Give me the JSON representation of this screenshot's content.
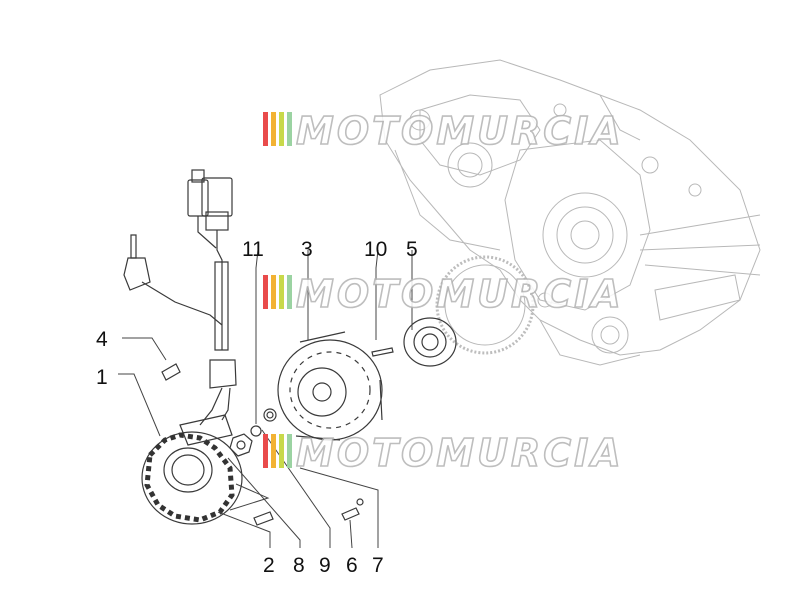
{
  "callouts": [
    {
      "id": "1",
      "label": "1"
    },
    {
      "id": "2",
      "label": "2"
    },
    {
      "id": "3",
      "label": "3"
    },
    {
      "id": "4",
      "label": "4"
    },
    {
      "id": "5",
      "label": "5"
    },
    {
      "id": "6",
      "label": "6"
    },
    {
      "id": "7",
      "label": "7"
    },
    {
      "id": "8",
      "label": "8"
    },
    {
      "id": "9",
      "label": "9"
    },
    {
      "id": "10",
      "label": "10"
    },
    {
      "id": "11",
      "label": "11"
    }
  ],
  "watermark": {
    "text": "MOTOMURCIA",
    "stripe_colors": [
      "#e94b4b",
      "#f2b233",
      "#c8d94a",
      "#9bd3a2"
    ]
  }
}
